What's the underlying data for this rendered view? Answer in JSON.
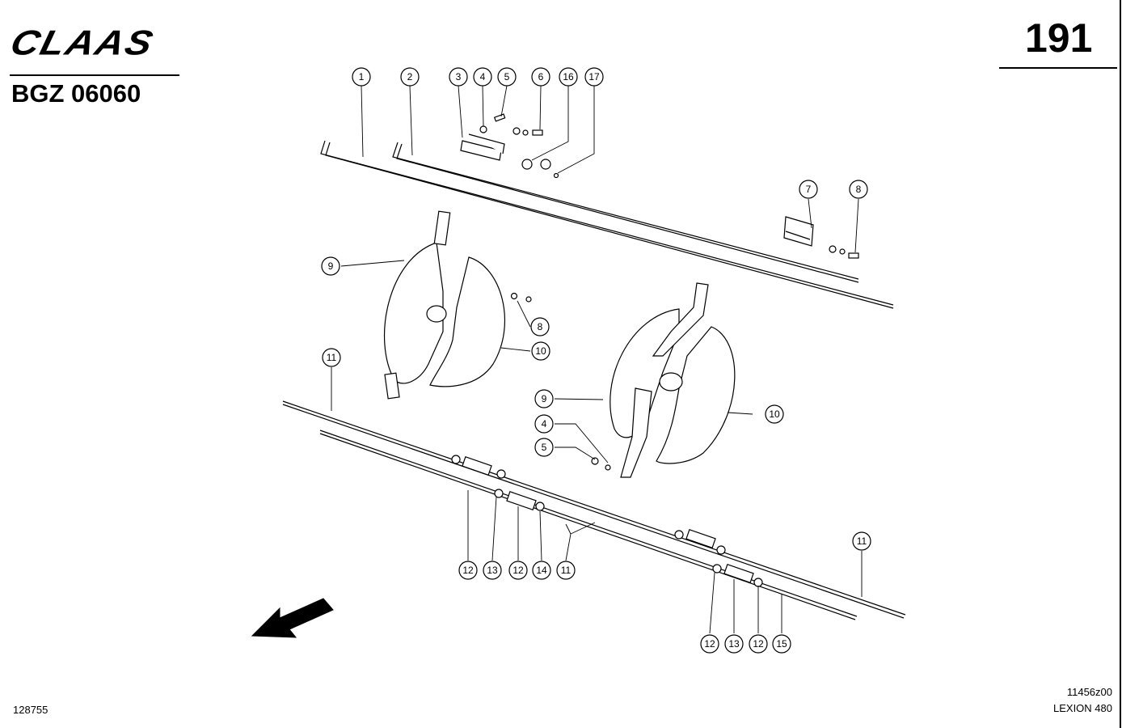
{
  "header": {
    "brand": "CLAAS",
    "document_code": "BGZ 06060",
    "page_number": "191"
  },
  "footer": {
    "reference_left": "128755",
    "drawing_number": "11456z00",
    "model": "LEXION 480"
  },
  "callouts": [
    {
      "label": "1"
    },
    {
      "label": "2"
    },
    {
      "label": "3"
    },
    {
      "label": "4"
    },
    {
      "label": "5"
    },
    {
      "label": "6"
    },
    {
      "label": "16"
    },
    {
      "label": "17"
    },
    {
      "label": "7"
    },
    {
      "label": "8"
    },
    {
      "label": "9"
    },
    {
      "label": "8"
    },
    {
      "label": "10"
    },
    {
      "label": "11"
    },
    {
      "label": "9"
    },
    {
      "label": "10"
    },
    {
      "label": "4"
    },
    {
      "label": "5"
    },
    {
      "label": "11"
    },
    {
      "label": "12"
    },
    {
      "label": "13"
    },
    {
      "label": "12"
    },
    {
      "label": "14"
    },
    {
      "label": "11"
    },
    {
      "label": "12"
    },
    {
      "label": "13"
    },
    {
      "label": "12"
    },
    {
      "label": "15"
    }
  ]
}
